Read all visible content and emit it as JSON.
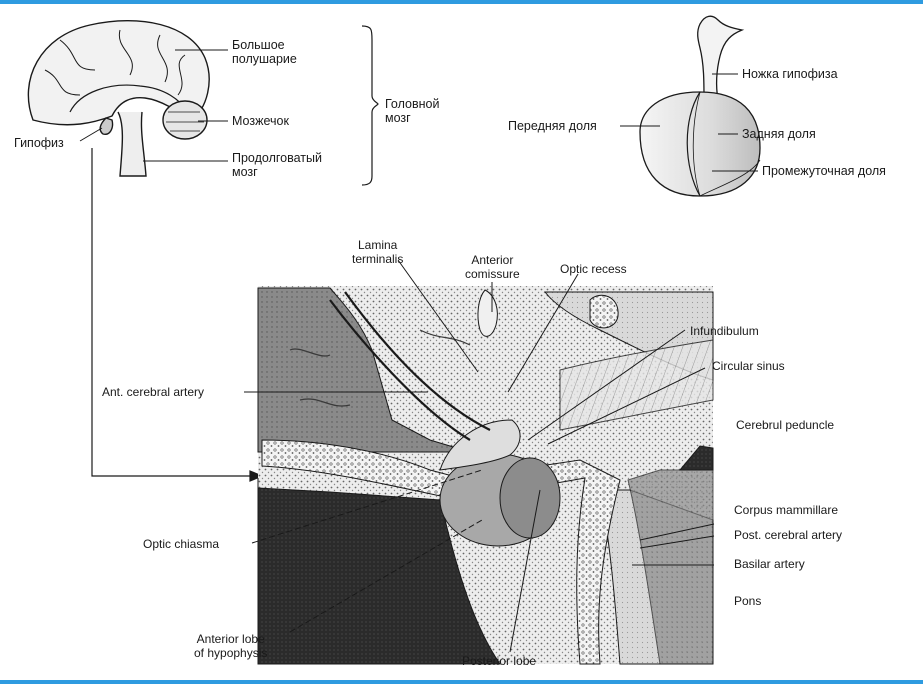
{
  "brain_labels": {
    "hemisphere": "Большое\nполушарие",
    "cerebellum": "Мозжечок",
    "medulla": "Продолговатый\nмозг",
    "brain": "Головной\nмозг",
    "pituitary": "Гипофиз"
  },
  "pituitary_labels": {
    "stalk": "Ножка гипофиза",
    "anterior_lobe": "Передняя доля",
    "posterior_lobe": "Задняя доля",
    "intermediate_lobe": "Промежуточная доля"
  },
  "section_labels": {
    "lamina_terminalis": "Lamina\nterminalis",
    "anterior_comissure": "Anterior\ncomissure",
    "optic_recess": "Optic recess",
    "infundibulum": "Infundibulum",
    "circular_sinus": "Circular sinus",
    "ant_cerebral_artery": "Ant. cerebral artery",
    "cerebral_peduncle": "Cerebrul peduncle",
    "corpus_mammillare": "Corpus mammillare",
    "post_cerebral_artery": "Post. cerebral artery",
    "basilar_artery": "Basilar artery",
    "pons": "Pons",
    "optic_chiasma": "Optic chiasma",
    "anterior_lobe_hypophysis": "Anterior lobe\nof hypophysis",
    "posterior_lobe": "Posterior lobe"
  },
  "colors": {
    "frame": "#2e9be0",
    "line": "#1a1a1a"
  }
}
